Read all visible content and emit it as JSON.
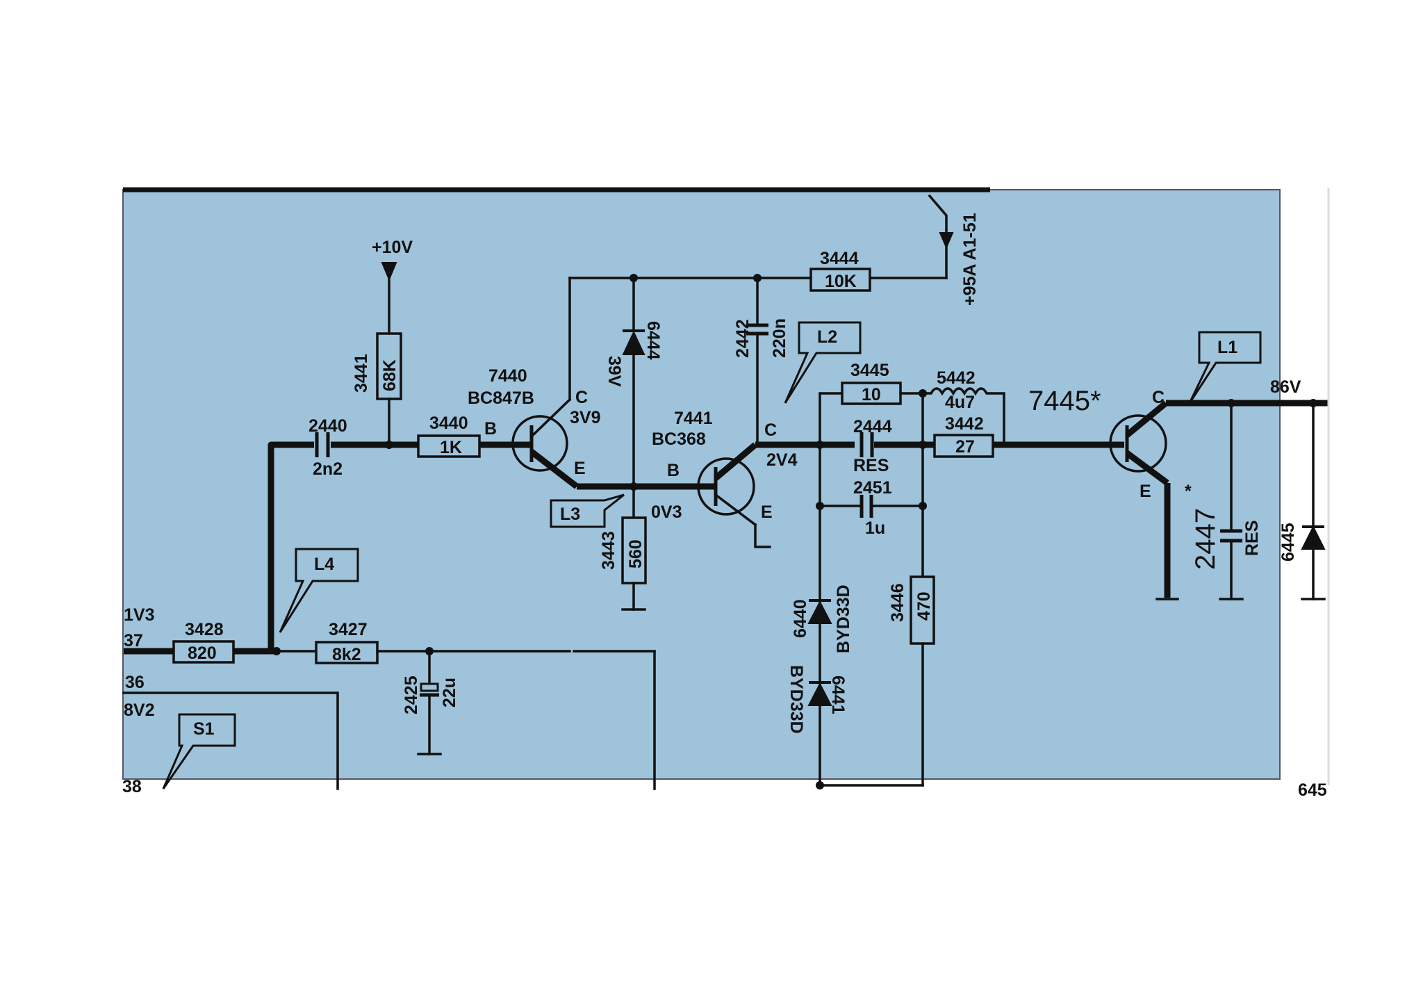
{
  "colors": {
    "panel_fill": "#9fc3da",
    "ink": "#111111",
    "page": "#ffffff"
  },
  "rails": {
    "plus10v": "+10V",
    "plus95a": "+95A A1-51",
    "v86": "86V"
  },
  "resistors": {
    "r3441": {
      "ref": "3441",
      "value": "68K"
    },
    "r3440": {
      "ref": "3440",
      "value": "1K"
    },
    "r3444": {
      "ref": "3444",
      "value": "10K"
    },
    "r3443": {
      "ref": "3443",
      "value": "560"
    },
    "r3445": {
      "ref": "3445",
      "value": "10"
    },
    "r3442": {
      "ref": "3442",
      "value": "27"
    },
    "r3446": {
      "ref": "3446",
      "value": "470"
    },
    "r3428": {
      "ref": "3428",
      "value": "820"
    },
    "r3427": {
      "ref": "3427",
      "value": "8k2"
    }
  },
  "capacitors": {
    "c2440": {
      "ref": "2440",
      "value": "2n2"
    },
    "c2442": {
      "ref": "2442",
      "value": "220n"
    },
    "c2444": {
      "ref": "2444",
      "value": "RES"
    },
    "c2451": {
      "ref": "2451",
      "value": "1u"
    },
    "c2425": {
      "ref": "2425",
      "value": "22u"
    },
    "c2447": {
      "ref": "2447",
      "value": "RES"
    }
  },
  "inductor": {
    "ref": "5442",
    "value": "4u7"
  },
  "diodes": {
    "d6444": {
      "ref": "6444",
      "value": "39V"
    },
    "d6440": {
      "ref": "6440",
      "value": "BYD33D"
    },
    "d6441": {
      "ref": "6441",
      "value": "BYD33D"
    },
    "d6445": {
      "ref": "6445"
    }
  },
  "transistors": {
    "q7440": {
      "ref": "7440",
      "type": "BC847B",
      "c_volt": "3V9",
      "pin_c": "C",
      "pin_b": "B",
      "pin_e": "E"
    },
    "q7441": {
      "ref": "7441",
      "type": "BC368",
      "c_volt": "2V4",
      "b_volt": "0V3",
      "pin_c": "C",
      "pin_b": "B",
      "pin_e": "E"
    },
    "q7445": {
      "ref": "7445*",
      "pin_c": "C",
      "pin_e": "E",
      "star": "*"
    }
  },
  "tags": {
    "l1": "L1",
    "l2": "L2",
    "l3": "L3",
    "l4": "L4",
    "s1": "S1"
  },
  "left_edge": {
    "v1v3": "1V3",
    "n37": "37",
    "n36": "36",
    "v8v2": "8V2",
    "n38": "38"
  },
  "right_edge": {
    "cut": "645"
  }
}
